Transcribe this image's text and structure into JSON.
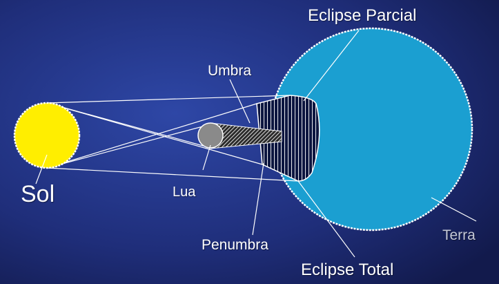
{
  "labels": {
    "eclipse_parcial": "Eclipse Parcial",
    "umbra": "Umbra",
    "lua": "Lua",
    "sol": "Sol",
    "penumbra": "Penumbra",
    "eclipse_total": "Eclipse Total",
    "terra": "Terra"
  },
  "colors": {
    "background_top": "#2a3f9a",
    "background_bottom": "#141d52",
    "sun": "#ffee00",
    "moon": "#8a8a8a",
    "earth": "#1b9fd1",
    "shadow": "#0d1640",
    "outline": "#ffffff"
  }
}
